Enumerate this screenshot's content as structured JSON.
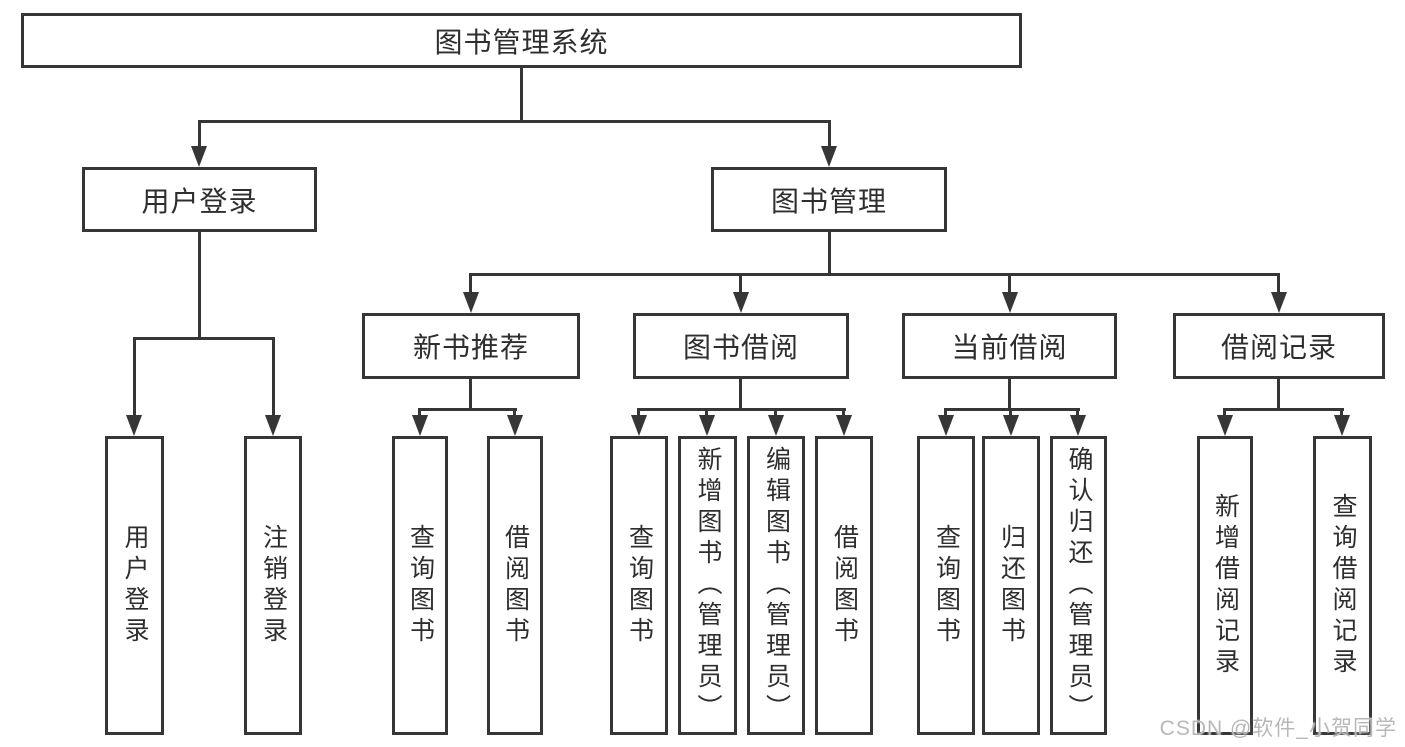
{
  "diagram": {
    "title": "图书管理系统",
    "level2": [
      {
        "label": "用户登录",
        "children": [
          "用户登录",
          "注销登录"
        ]
      },
      {
        "label": "图书管理",
        "modules": [
          {
            "label": "新书推荐",
            "children": [
              "查询图书",
              "借阅图书"
            ]
          },
          {
            "label": "图书借阅",
            "children": [
              "查询图书",
              "新增图书（管理员）",
              "编辑图书（管理员）",
              "借阅图书"
            ]
          },
          {
            "label": "当前借阅",
            "children": [
              "查询图书",
              "归还图书",
              "确认归还（管理员）"
            ]
          },
          {
            "label": "借阅记录",
            "children": [
              "新增借阅记录",
              "查询借阅记录"
            ]
          }
        ]
      }
    ]
  },
  "watermark": {
    "text": "CSDN @软件_小贺同学"
  },
  "colors": {
    "line": "#363636",
    "box_border": "#363636",
    "text": "#2e2e2e",
    "watermark": "#b8b8b8",
    "background": "#ffffff"
  }
}
